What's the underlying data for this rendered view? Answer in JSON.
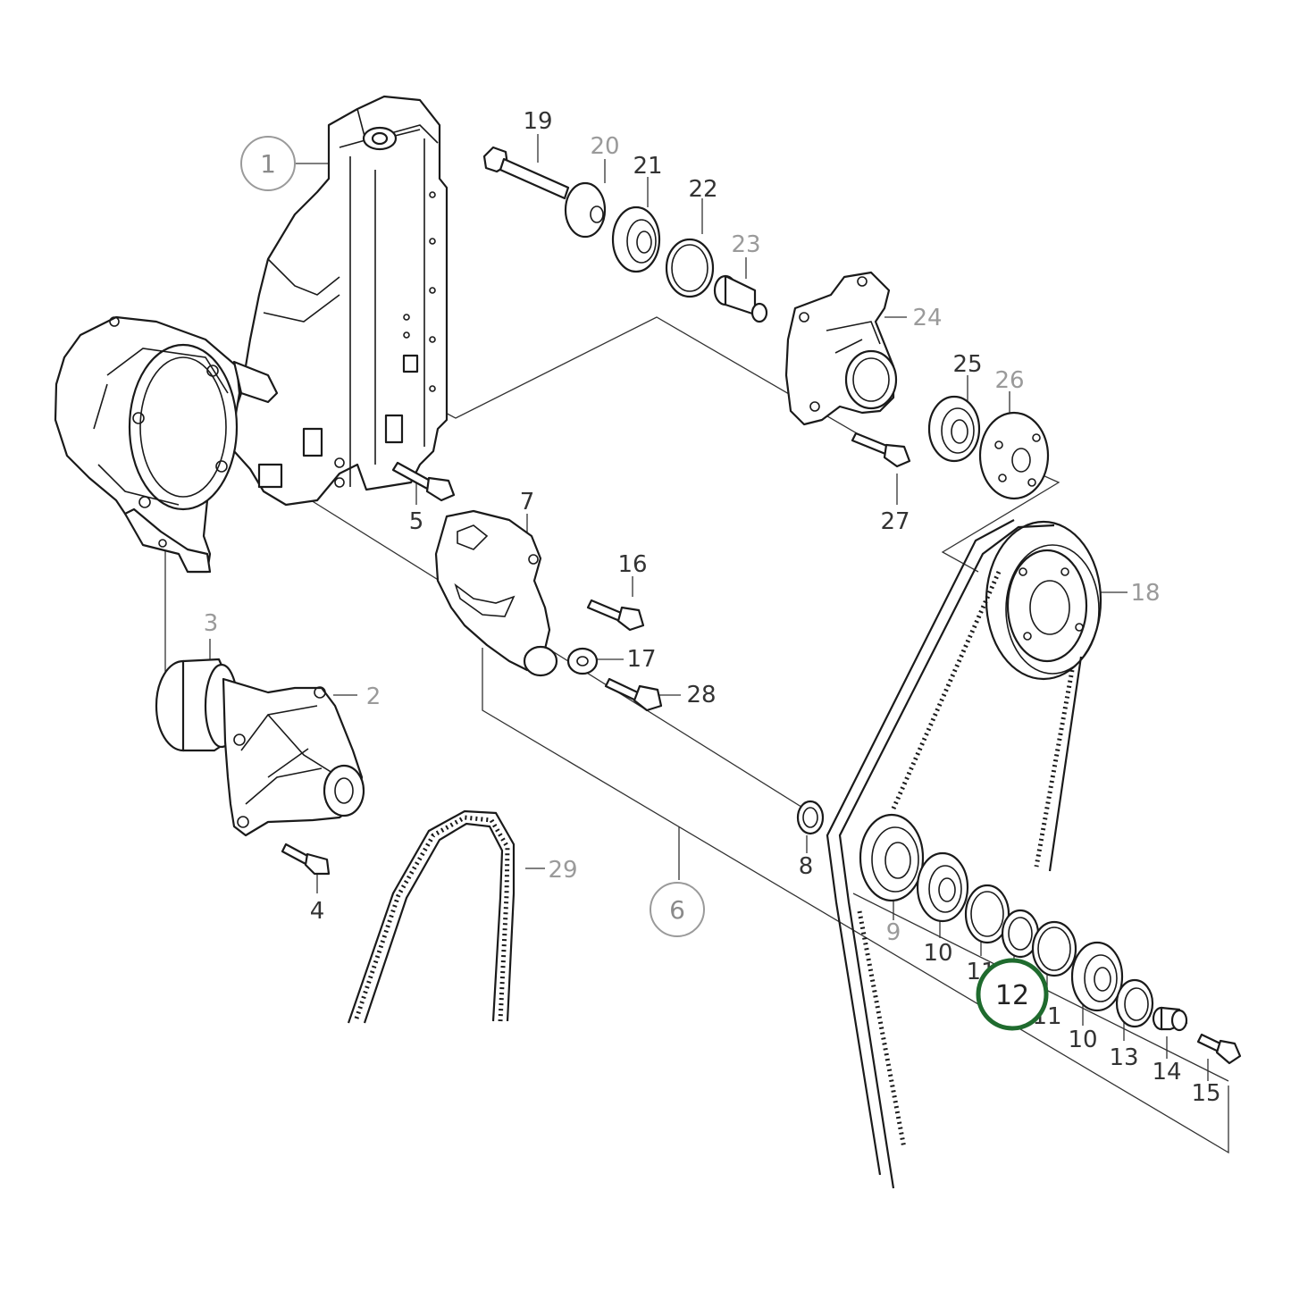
{
  "diagram": {
    "labels": [
      {
        "id": "1",
        "text": "1",
        "style": "circled-grey"
      },
      {
        "id": "2",
        "text": "2",
        "style": "grey"
      },
      {
        "id": "3",
        "text": "3",
        "style": "grey"
      },
      {
        "id": "4",
        "text": "4",
        "style": "dark"
      },
      {
        "id": "5",
        "text": "5",
        "style": "dark"
      },
      {
        "id": "6",
        "text": "6",
        "style": "circled-grey"
      },
      {
        "id": "7",
        "text": "7",
        "style": "dark"
      },
      {
        "id": "8",
        "text": "8",
        "style": "dark"
      },
      {
        "id": "9",
        "text": "9",
        "style": "grey"
      },
      {
        "id": "10a",
        "text": "10",
        "style": "dark"
      },
      {
        "id": "10b",
        "text": "10",
        "style": "dark"
      },
      {
        "id": "11a",
        "text": "11",
        "style": "dark"
      },
      {
        "id": "11b",
        "text": "11",
        "style": "dark"
      },
      {
        "id": "12",
        "text": "12",
        "style": "highlighted"
      },
      {
        "id": "13",
        "text": "13",
        "style": "dark"
      },
      {
        "id": "14",
        "text": "14",
        "style": "dark"
      },
      {
        "id": "15",
        "text": "15",
        "style": "dark"
      },
      {
        "id": "16",
        "text": "16",
        "style": "dark"
      },
      {
        "id": "17",
        "text": "17",
        "style": "dark"
      },
      {
        "id": "18",
        "text": "18",
        "style": "grey"
      },
      {
        "id": "19",
        "text": "19",
        "style": "dark"
      },
      {
        "id": "20",
        "text": "20",
        "style": "grey"
      },
      {
        "id": "21",
        "text": "21",
        "style": "dark"
      },
      {
        "id": "22",
        "text": "22",
        "style": "dark"
      },
      {
        "id": "23",
        "text": "23",
        "style": "grey"
      },
      {
        "id": "24",
        "text": "24",
        "style": "grey"
      },
      {
        "id": "25",
        "text": "25",
        "style": "dark"
      },
      {
        "id": "26",
        "text": "26",
        "style": "grey"
      },
      {
        "id": "27",
        "text": "27",
        "style": "dark"
      },
      {
        "id": "28",
        "text": "28",
        "style": "dark"
      },
      {
        "id": "29",
        "text": "29",
        "style": "grey"
      }
    ],
    "highlight_color": "#1f6b2e"
  }
}
